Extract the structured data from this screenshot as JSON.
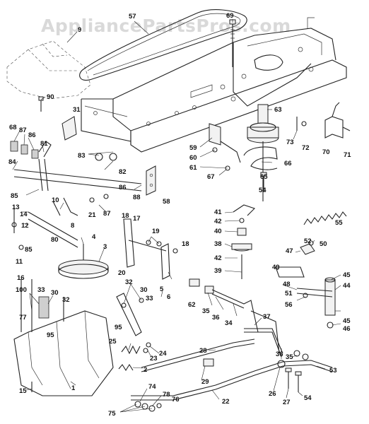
{
  "watermark": "AppliancePartsPros.com",
  "callouts": [
    {
      "id": "c-57",
      "label": "57"
    },
    {
      "id": "c-69",
      "label": "69"
    },
    {
      "id": "c-9",
      "label": "9"
    },
    {
      "id": "c-90",
      "label": "90"
    },
    {
      "id": "c-31",
      "label": "31"
    },
    {
      "id": "c-63",
      "label": "63"
    },
    {
      "id": "c-68",
      "label": "68"
    },
    {
      "id": "c-87",
      "label": "87"
    },
    {
      "id": "c-86",
      "label": "86"
    },
    {
      "id": "c-81",
      "label": "81"
    },
    {
      "id": "c-83",
      "label": "83"
    },
    {
      "id": "c-82",
      "label": "82"
    },
    {
      "id": "c-59",
      "label": "59"
    },
    {
      "id": "c-60",
      "label": "60"
    },
    {
      "id": "c-61",
      "label": "61"
    },
    {
      "id": "c-67",
      "label": "67"
    },
    {
      "id": "c-73",
      "label": "73"
    },
    {
      "id": "c-72",
      "label": "72"
    },
    {
      "id": "c-70",
      "label": "70"
    },
    {
      "id": "c-71",
      "label": "71"
    },
    {
      "id": "c-66",
      "label": "66"
    },
    {
      "id": "c-65",
      "label": "65"
    },
    {
      "id": "c-54a",
      "label": "54"
    },
    {
      "id": "c-84",
      "label": "84"
    },
    {
      "id": "c-85",
      "label": "85"
    },
    {
      "id": "c-10",
      "label": "10"
    },
    {
      "id": "c-21",
      "label": "21"
    },
    {
      "id": "c-86b",
      "label": "86"
    },
    {
      "id": "c-88",
      "label": "88"
    },
    {
      "id": "c-87b",
      "label": "87"
    },
    {
      "id": "c-58",
      "label": "58"
    },
    {
      "id": "c-13",
      "label": "13"
    },
    {
      "id": "c-14",
      "label": "14"
    },
    {
      "id": "c-12",
      "label": "12"
    },
    {
      "id": "c-8",
      "label": "8"
    },
    {
      "id": "c-80",
      "label": "80"
    },
    {
      "id": "c-85b",
      "label": "85"
    },
    {
      "id": "c-18",
      "label": "18"
    },
    {
      "id": "c-17",
      "label": "17"
    },
    {
      "id": "c-19",
      "label": "19"
    },
    {
      "id": "c-4",
      "label": "4"
    },
    {
      "id": "c-3",
      "label": "3"
    },
    {
      "id": "c-20",
      "label": "20"
    },
    {
      "id": "c-18b",
      "label": "18"
    },
    {
      "id": "c-6",
      "label": "6"
    },
    {
      "id": "c-41",
      "label": "41"
    },
    {
      "id": "c-42",
      "label": "42"
    },
    {
      "id": "c-40",
      "label": "40"
    },
    {
      "id": "c-55",
      "label": "55"
    },
    {
      "id": "c-38",
      "label": "38"
    },
    {
      "id": "c-42b",
      "label": "42"
    },
    {
      "id": "c-39",
      "label": "39"
    },
    {
      "id": "c-52",
      "label": "52"
    },
    {
      "id": "c-50",
      "label": "50"
    },
    {
      "id": "c-47",
      "label": "47"
    },
    {
      "id": "c-49",
      "label": "49"
    },
    {
      "id": "c-45",
      "label": "45"
    },
    {
      "id": "c-44",
      "label": "44"
    },
    {
      "id": "c-11",
      "label": "11"
    },
    {
      "id": "c-16",
      "label": "16"
    },
    {
      "id": "c-100",
      "label": "100"
    },
    {
      "id": "c-33",
      "label": "33"
    },
    {
      "id": "c-30",
      "label": "30"
    },
    {
      "id": "c-32",
      "label": "32"
    },
    {
      "id": "c-77",
      "label": "77"
    },
    {
      "id": "c-95",
      "label": "95"
    },
    {
      "id": "c-32b",
      "label": "32"
    },
    {
      "id": "c-30b",
      "label": "30"
    },
    {
      "id": "c-33b",
      "label": "33"
    },
    {
      "id": "c-95b",
      "label": "95"
    },
    {
      "id": "c-5",
      "label": "5"
    },
    {
      "id": "c-62",
      "label": "62"
    },
    {
      "id": "c-35",
      "label": "35"
    },
    {
      "id": "c-36",
      "label": "36"
    },
    {
      "id": "c-34",
      "label": "34"
    },
    {
      "id": "c-48",
      "label": "48"
    },
    {
      "id": "c-51",
      "label": "51"
    },
    {
      "id": "c-56",
      "label": "56"
    },
    {
      "id": "c-37",
      "label": "37"
    },
    {
      "id": "c-46",
      "label": "46"
    },
    {
      "id": "c-45b",
      "label": "45"
    },
    {
      "id": "c-25",
      "label": "25"
    },
    {
      "id": "c-23",
      "label": "23"
    },
    {
      "id": "c-24",
      "label": "24"
    },
    {
      "id": "c-28",
      "label": "28"
    },
    {
      "id": "c-36b",
      "label": "36"
    },
    {
      "id": "c-35b",
      "label": "35"
    },
    {
      "id": "c-2",
      "label": "2"
    },
    {
      "id": "c-29",
      "label": "29"
    },
    {
      "id": "c-26",
      "label": "26"
    },
    {
      "id": "c-53",
      "label": "53"
    },
    {
      "id": "c-27",
      "label": "27"
    },
    {
      "id": "c-15",
      "label": "15"
    },
    {
      "id": "c-1",
      "label": "1"
    },
    {
      "id": "c-74",
      "label": "74"
    },
    {
      "id": "c-78",
      "label": "78"
    },
    {
      "id": "c-75",
      "label": "75"
    },
    {
      "id": "c-76",
      "label": "76"
    },
    {
      "id": "c-22",
      "label": "22"
    },
    {
      "id": "c-54b",
      "label": "54"
    }
  ]
}
